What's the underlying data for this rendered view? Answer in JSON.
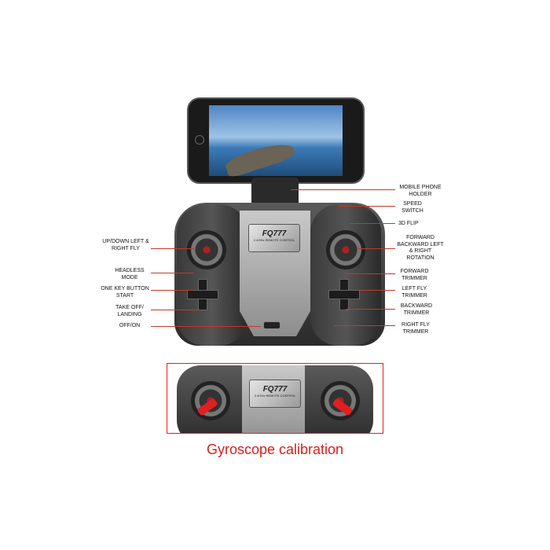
{
  "product": {
    "model": "FQ777",
    "subtitle": "2.4GHz REMOTE CONTROL"
  },
  "labels_left": [
    {
      "id": "up-down",
      "text": "UP/DOWN LEFT & RIGHT FLY"
    },
    {
      "id": "headless",
      "text": "HEADLESS MODE"
    },
    {
      "id": "one-key",
      "text": "ONE KEY BUTTON START"
    },
    {
      "id": "takeoff",
      "text": "TAKE OFF/ LANDING"
    },
    {
      "id": "offon",
      "text": "OFF/ON"
    }
  ],
  "labels_right": [
    {
      "id": "phone-holder",
      "text": "MOBILE PHONE HOLDER"
    },
    {
      "id": "speed",
      "text": "SPEED SWITCH"
    },
    {
      "id": "flip",
      "text": "3D FLIP"
    },
    {
      "id": "rotation",
      "text": "FORWARD BACKWARD LEFT & RIGHT ROTATION"
    },
    {
      "id": "fwd-trim",
      "text": "FORWARD TRIMMER"
    },
    {
      "id": "left-trim",
      "text": "LEFT FLY TRIMMER"
    },
    {
      "id": "back-trim",
      "text": "BACKWARD TRIMMER"
    },
    {
      "id": "right-trim",
      "text": "RIGHT FLY TRIMMER"
    }
  ],
  "caption": "Gyroscope calibration",
  "colors": {
    "accent": "#d2211c"
  }
}
